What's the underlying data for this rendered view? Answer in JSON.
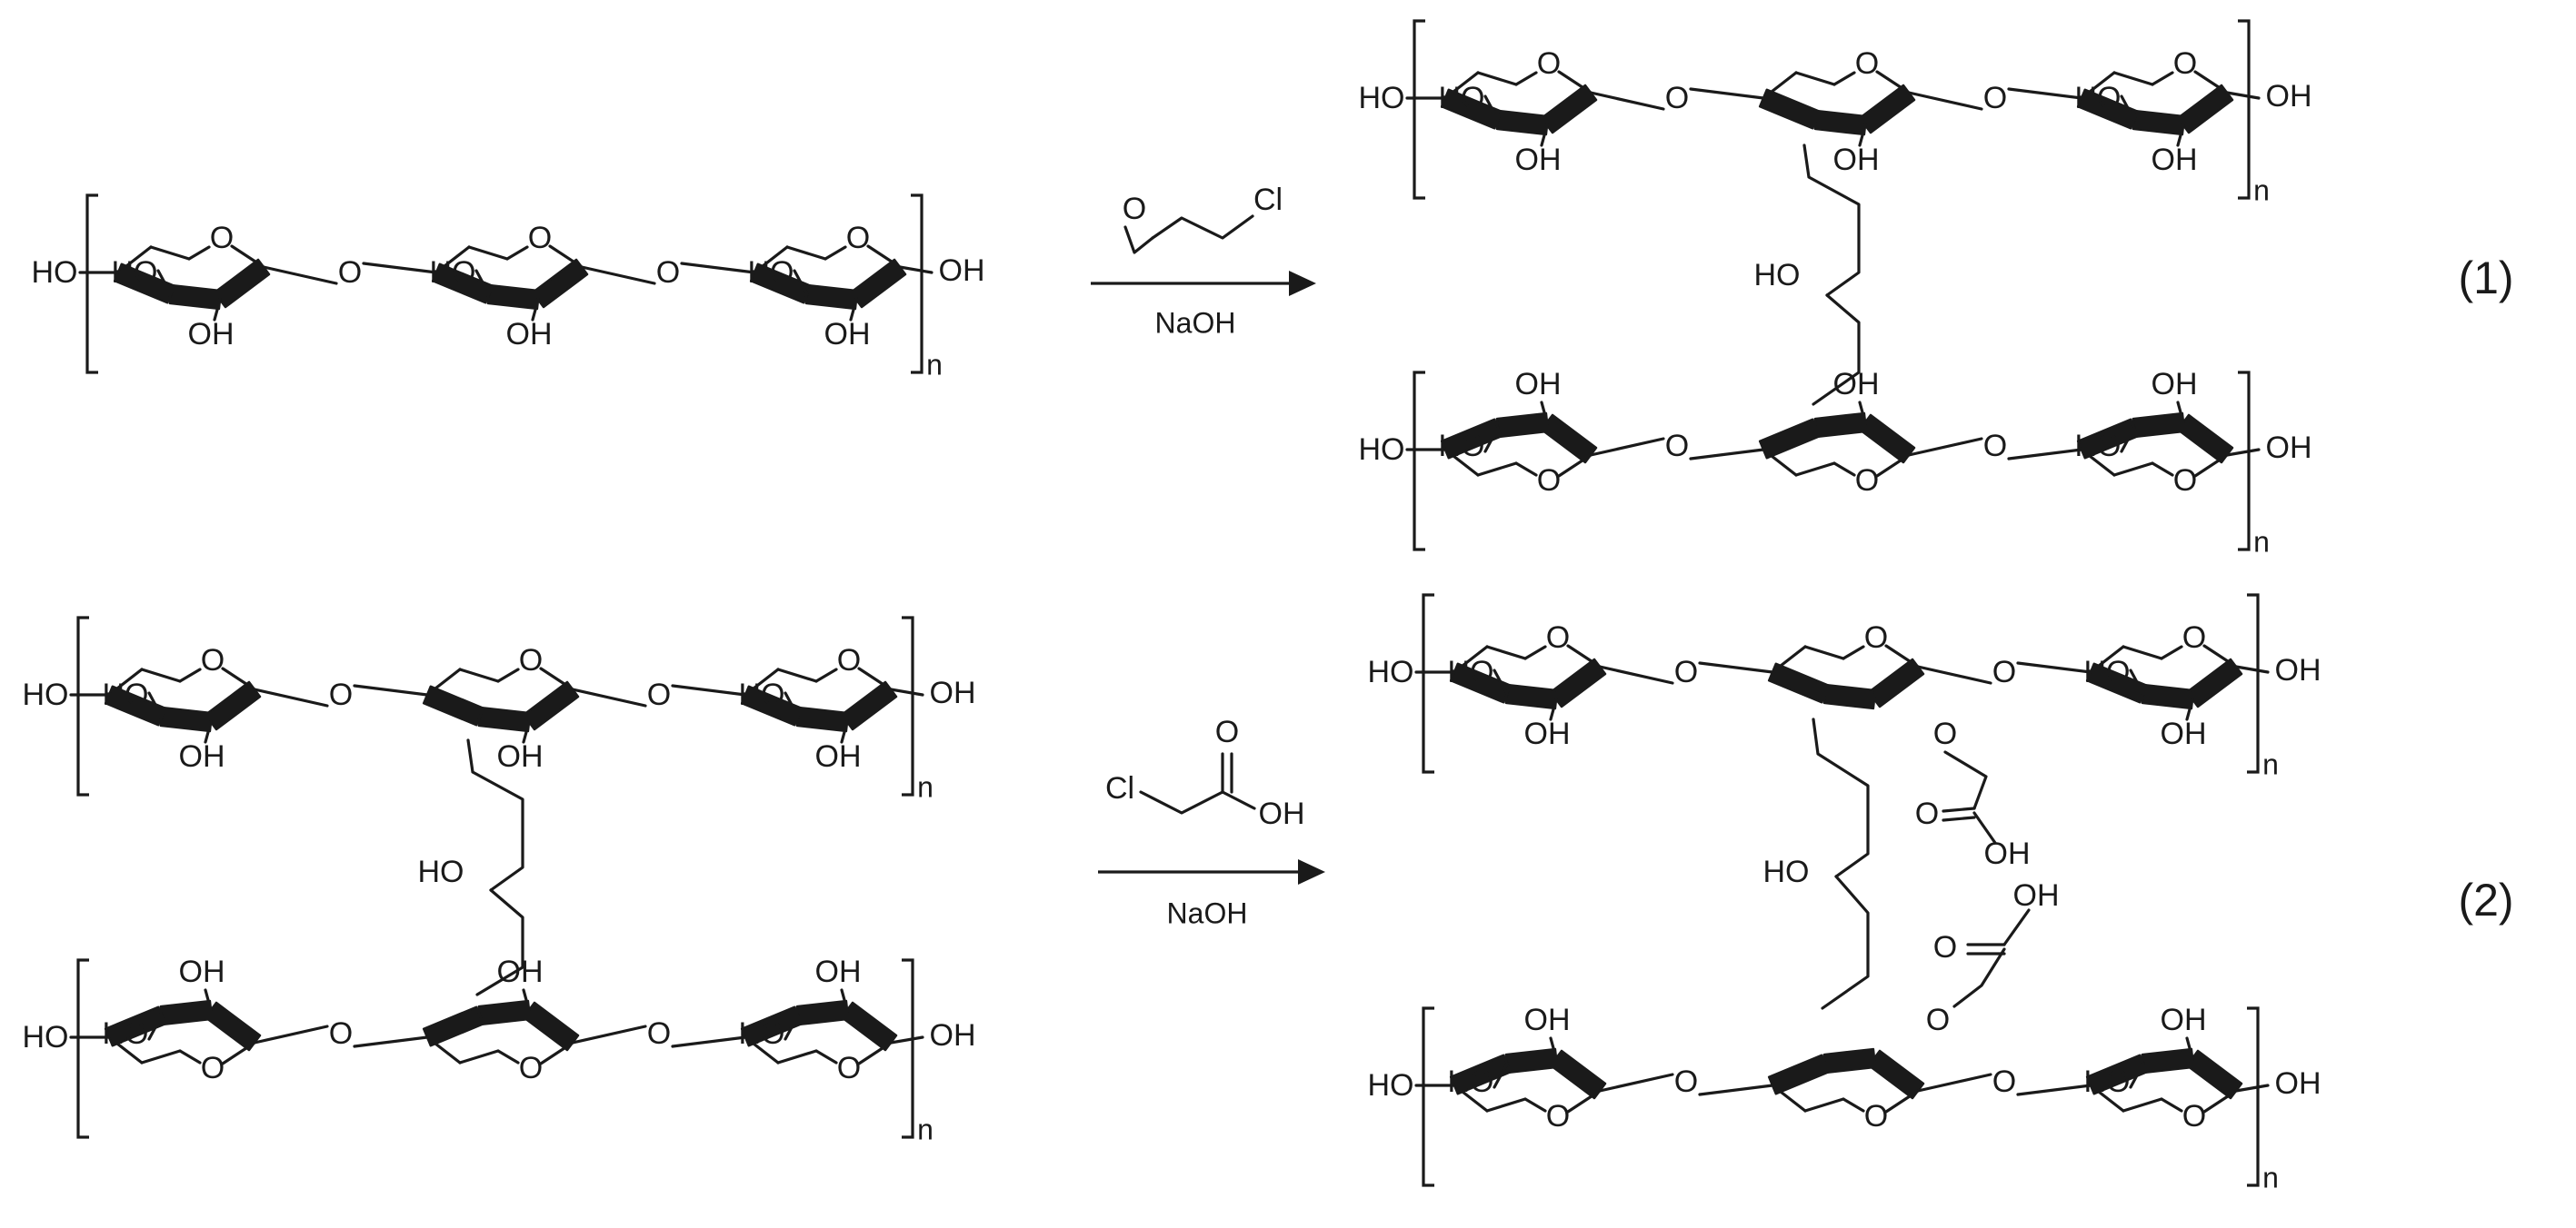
{
  "atoms": {
    "ho": "HO",
    "oh": "OH",
    "o": "O",
    "n": "n",
    "cl": "Cl"
  },
  "reactions": [
    {
      "reagent": "NaOH",
      "equation_label": "(1)"
    },
    {
      "reagent": "NaOH",
      "equation_label": "(2)"
    }
  ]
}
